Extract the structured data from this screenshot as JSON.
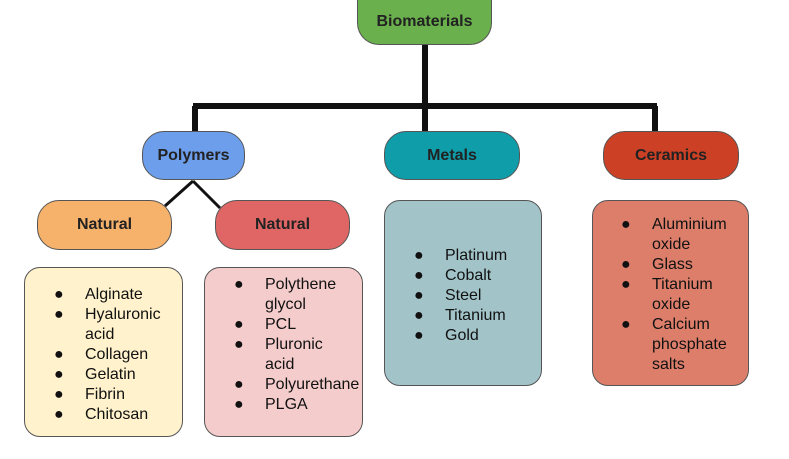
{
  "root": {
    "label": "Biomaterials"
  },
  "categories": [
    {
      "label": "Polymers"
    },
    {
      "label": "Metals"
    },
    {
      "label": "Ceramics"
    }
  ],
  "subcategories": [
    {
      "label": "Natural"
    },
    {
      "label": "Natural"
    }
  ],
  "lists": {
    "natural_1": [
      "Alginate",
      "Hyaluronic acid",
      "Collagen",
      "Gelatin",
      "Fibrin",
      "Chitosan"
    ],
    "natural_2": [
      "Polythene glycol",
      "PCL",
      "Pluronic acid",
      "Polyurethane",
      "PLGA"
    ],
    "metals": [
      "Platinum",
      "Cobalt",
      "Steel",
      "Titanium",
      "Gold"
    ],
    "ceramics": [
      "Aluminium oxide",
      "Glass",
      "Titanium oxide",
      "Calcium phosphate salts"
    ]
  },
  "bullet_symbol": "●",
  "colors": {
    "root": "#6ab04c",
    "polymers": "#6d9eeb",
    "metals": "#0f9daa",
    "ceramics": "#cc4125",
    "natural_1": "#f6b26b",
    "natural_2": "#e06666",
    "natural_1_card": "#fff2cc",
    "natural_2_card": "#f4cccc",
    "metals_card": "#a2c4c9",
    "ceramics_card": "#dd7e6b",
    "connector": "#111111"
  }
}
